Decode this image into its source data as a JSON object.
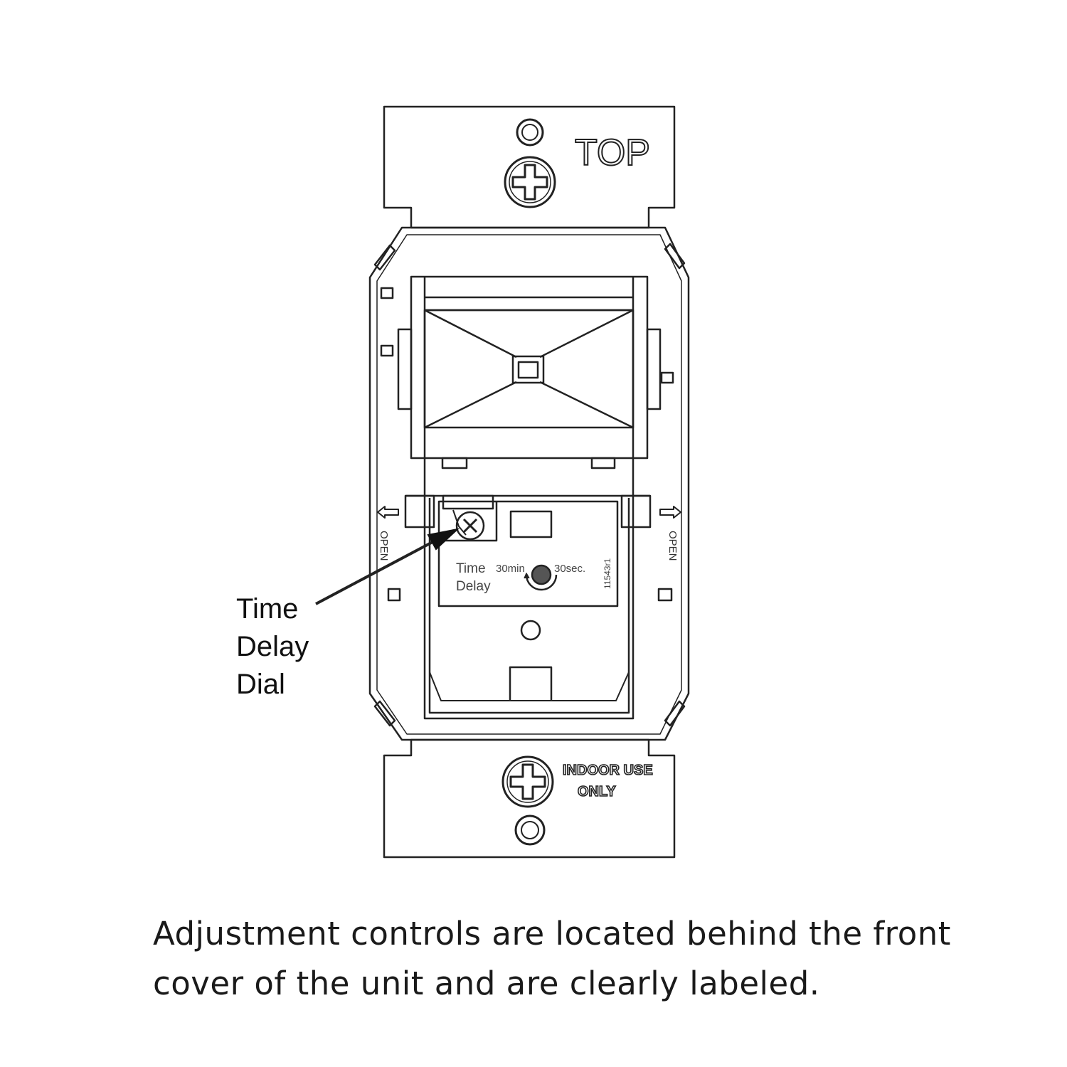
{
  "device": {
    "top_label": "TOP",
    "indoor_label_line1": "INDOOR USE",
    "indoor_label_line2": "ONLY",
    "open_label": "OPEN",
    "dial_label_line1": "Time",
    "dial_label_line2": "Delay",
    "dial_min": "30min",
    "dial_max": "30sec.",
    "part_number": "11543r1"
  },
  "callout": {
    "line1": "Time",
    "line2": "Delay",
    "line3": "Dial"
  },
  "caption": {
    "line1": "Adjustment controls are located behind the front",
    "line2": "cover of the unit and are clearly labeled."
  }
}
